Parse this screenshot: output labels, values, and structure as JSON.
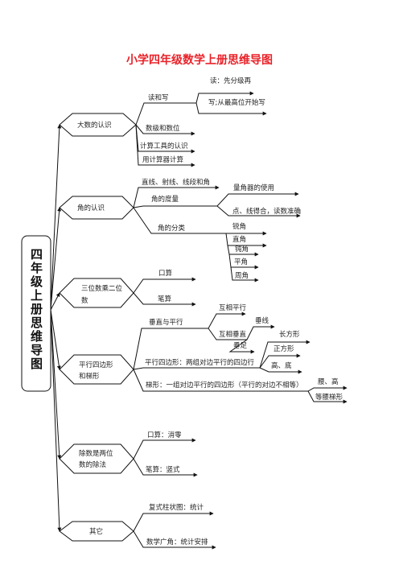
{
  "title": "小学四年级数学上册思维导图",
  "root": "四年级上册思维导图",
  "colors": {
    "title": "#e8232a",
    "line": "#111111",
    "text": "#222222"
  },
  "branches": [
    {
      "label": "大数的认识",
      "children": [
        {
          "label": "读和写",
          "children": [
            {
              "label": "读：先分级再"
            },
            {
              "label": "写;从最高位开始写"
            }
          ]
        },
        {
          "label": "数级和数位"
        },
        {
          "label": "计算工具的认识"
        },
        {
          "label": "用计算器计算"
        }
      ]
    },
    {
      "label": "角的认识",
      "children": [
        {
          "label": "直线、射线、线段和角"
        },
        {
          "label": "角的度量",
          "children": [
            {
              "label": "量角器的使用"
            },
            {
              "label": "点、线得合，读数准确"
            }
          ]
        },
        {
          "label": "角的分类",
          "children": [
            {
              "label": "锐角"
            },
            {
              "label": "直角"
            },
            {
              "label": "钝角"
            },
            {
              "label": "平角"
            },
            {
              "label": "周角"
            }
          ]
        }
      ]
    },
    {
      "label": "三位数乘二位数",
      "children": [
        {
          "label": "口算"
        },
        {
          "label": "笔算"
        }
      ]
    },
    {
      "label": "平行四边形和梯形",
      "children": [
        {
          "label": "垂直与平行",
          "children": [
            {
              "label": "互相平行"
            },
            {
              "label": "互相垂直",
              "children": [
                {
                  "label": "垂线"
                },
                {
                  "label": "垂足"
                }
              ]
            }
          ]
        },
        {
          "label": "平行四边形：两组对边平行的四边行",
          "children": [
            {
              "label": "长方形"
            },
            {
              "label": "正方形"
            },
            {
              "label": "高、底"
            }
          ]
        },
        {
          "label": "梯形：一组对边平行的四边形（平行的对边不相等）",
          "children": [
            {
              "label": "腰、高"
            },
            {
              "label": "等腰梯形"
            }
          ]
        }
      ]
    },
    {
      "label": "除数是两位数的除法",
      "children": [
        {
          "label": "口算：消零"
        },
        {
          "label": "笔算：竖式"
        }
      ]
    },
    {
      "label": "其它",
      "children": [
        {
          "label": "复式柱状图：统计"
        },
        {
          "label": "数学广角：统计安排"
        }
      ]
    }
  ]
}
